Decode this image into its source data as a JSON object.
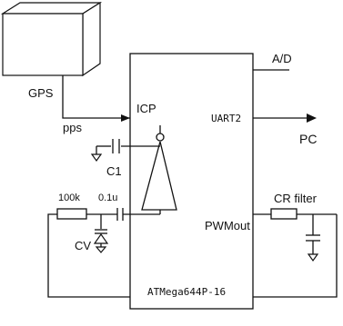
{
  "diagram": {
    "gps_label": "GPS",
    "pps_label": "pps",
    "icp_label": "ICP",
    "ad_label": "A/D",
    "uart_label": "UART2",
    "pc_label": "PC",
    "c1_label": "C1",
    "r_label": "100k",
    "c_label": "0.1u",
    "cv_label": "CV",
    "cr_filter_label": "CR filter",
    "pwm_label": "PWMout",
    "chip_label": "ATMega644P-16"
  }
}
